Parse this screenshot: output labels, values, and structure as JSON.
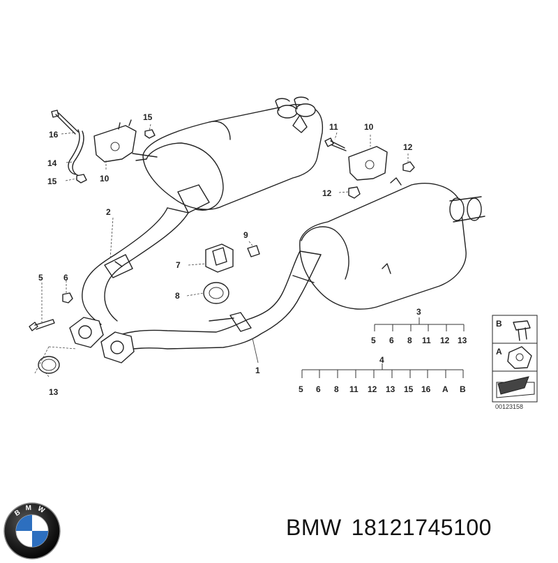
{
  "callouts": {
    "p1": "1",
    "p2": "2",
    "p3": "3",
    "p4": "4",
    "p5": "5",
    "p6": "6",
    "p7": "7",
    "p8": "8",
    "p9": "9",
    "p10a": "10",
    "p10b": "10",
    "p11": "11",
    "p12a": "12",
    "p12b": "12",
    "p13": "13",
    "p14": "14",
    "p15a": "15",
    "p15b": "15",
    "p16": "16"
  },
  "kit3": {
    "label": "3",
    "items": [
      "5",
      "6",
      "8",
      "11",
      "12",
      "13"
    ]
  },
  "kit4": {
    "label": "4",
    "items": [
      "5",
      "6",
      "8",
      "11",
      "12",
      "13",
      "15",
      "16",
      "A",
      "B"
    ]
  },
  "legend": {
    "b": "B",
    "a": "A"
  },
  "drawing_number": "00123158",
  "caption": {
    "brand": "BMW",
    "part_number": "18121745100"
  },
  "logo": {
    "lettering": "BMW",
    "colors": {
      "blue": "#2d6fbf",
      "white": "#ffffff",
      "ring": "#1a1a1a"
    }
  }
}
